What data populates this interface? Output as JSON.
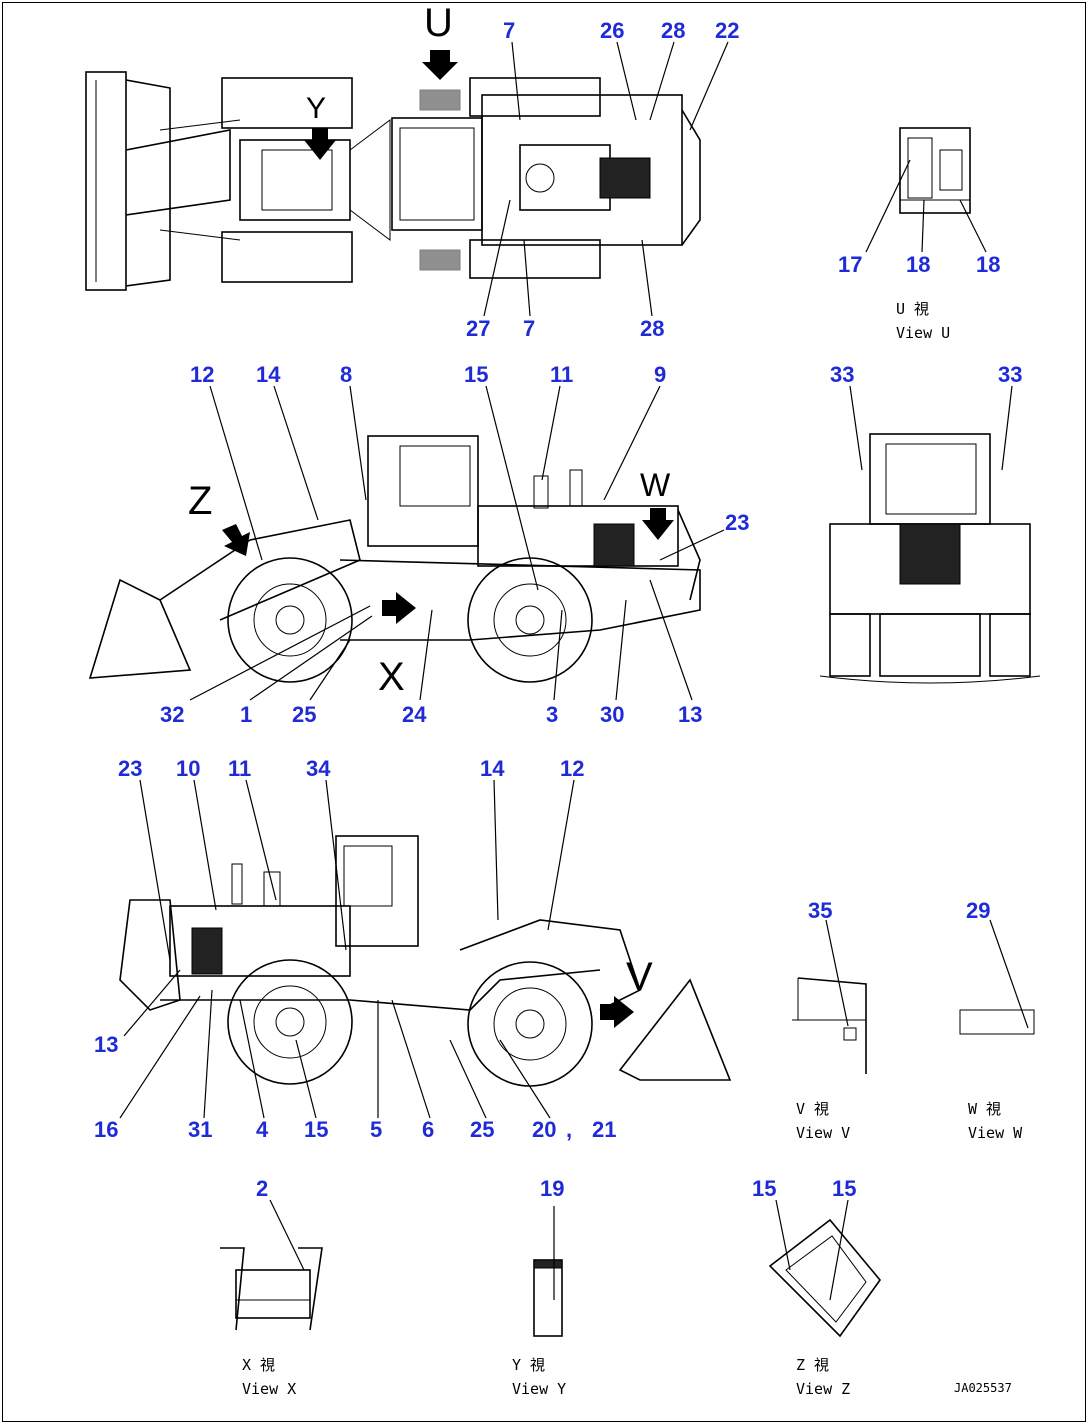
{
  "views": {
    "u_kanji": "U 視",
    "u_label": "View U",
    "v_kanji": "V 視",
    "v_label": "View V",
    "w_kanji": "W 視",
    "w_label": "View W",
    "x_kanji": "X 視",
    "x_label": "View X",
    "y_kanji": "Y 視",
    "y_label": "View Y",
    "z_kanji": "Z 視",
    "z_label": "View Z"
  },
  "arrow_letters": {
    "u": "U",
    "y": "Y",
    "z": "Z",
    "w": "W",
    "x": "X",
    "v": "V"
  },
  "doc_id": "JA025537",
  "callouts": {
    "top": [
      "7",
      "26",
      "28",
      "22",
      "27",
      "7",
      "28"
    ],
    "view_u": [
      "17",
      "18",
      "18"
    ],
    "side_left": [
      "12",
      "14",
      "8",
      "15",
      "11",
      "9",
      "23",
      "32",
      "1",
      "25",
      "24",
      "3",
      "30",
      "13"
    ],
    "front": [
      "33",
      "33"
    ],
    "side_right": [
      "23",
      "10",
      "11",
      "34",
      "14",
      "12",
      "13",
      "16",
      "31",
      "4",
      "15",
      "5",
      "6",
      "25",
      "20",
      ",",
      "21"
    ],
    "view_v": [
      "35"
    ],
    "view_w": [
      "29"
    ],
    "view_x": [
      "2"
    ],
    "view_y": [
      "19"
    ],
    "view_z": [
      "15",
      "15"
    ]
  }
}
